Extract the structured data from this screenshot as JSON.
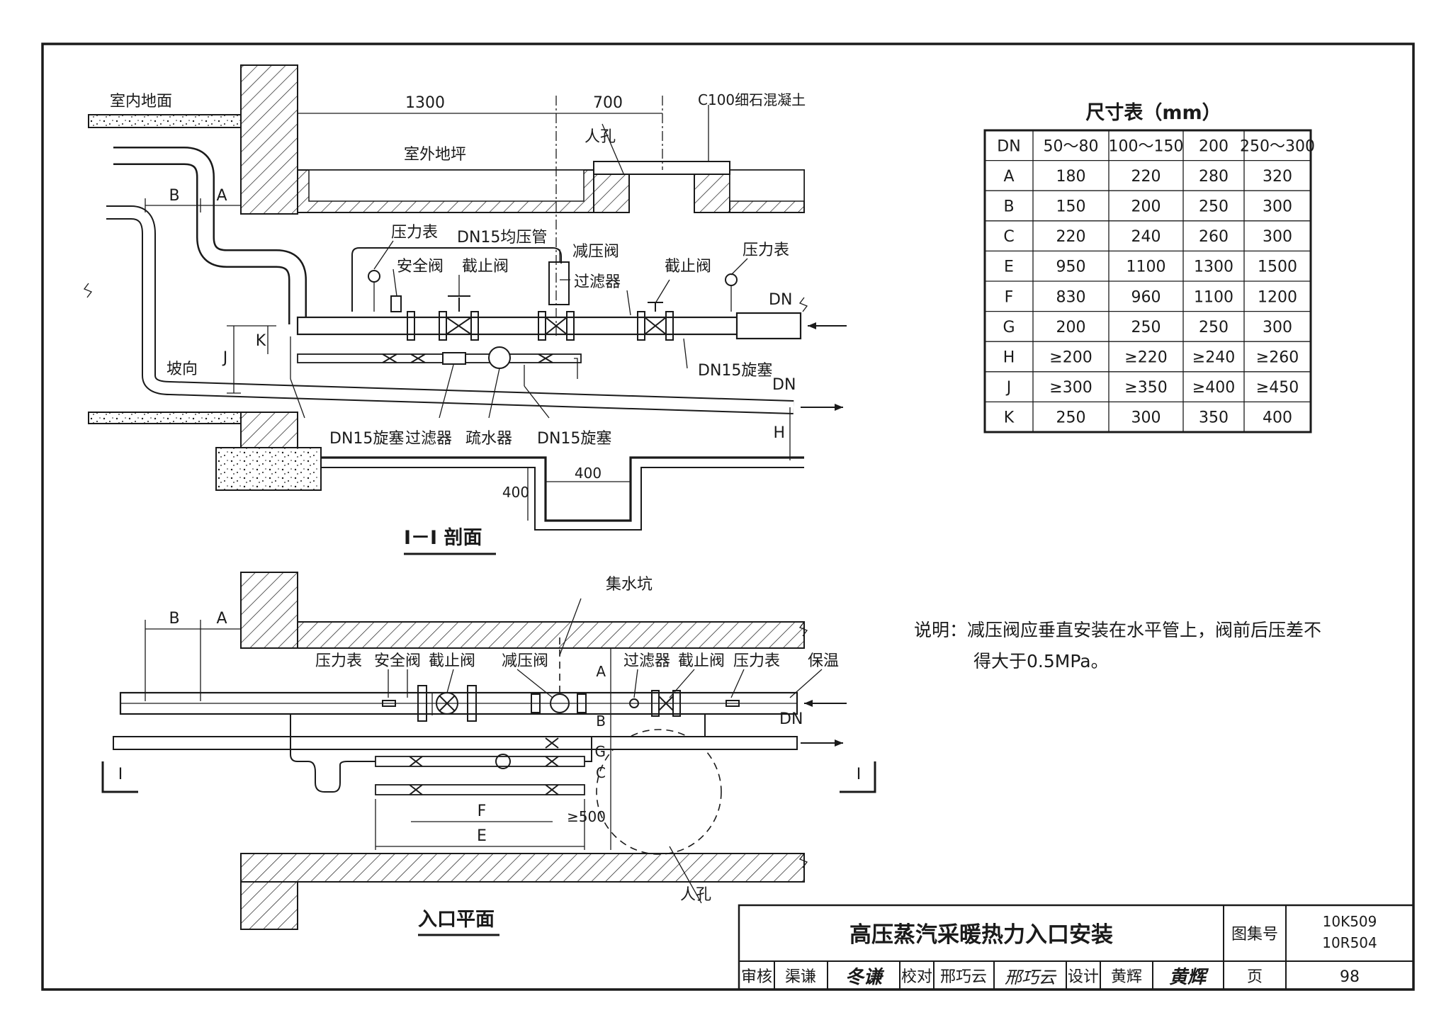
{
  "section_view": {
    "title": "I－I 剖面",
    "labels": {
      "indoor_floor": "室内地面",
      "outdoor_ground": "室外地坪",
      "manhole": "人孔",
      "concrete": "C100细石混凝土",
      "pressure_gauge": "压力表",
      "equalizing_pipe": "DN15均压管",
      "pressure_reducing_valve": "减压阀",
      "safety_valve": "安全阀",
      "stop_valve": "截止阀",
      "filter": "过滤器",
      "stop_valve_2": "截止阀",
      "pressure_gauge_2": "压力表",
      "dn_in": "DN",
      "dn_out": "DN",
      "slope": "坡向",
      "cock_1": "DN15旋塞",
      "cock_2": "DN15旋塞",
      "cock_3": "DN15旋塞",
      "filter_2": "过滤器",
      "steam_trap": "疏水器"
    },
    "dims": {
      "d1300": "1300",
      "d700": "700",
      "B": "B",
      "A": "A",
      "J": "J",
      "K": "K",
      "H": "H",
      "d400v": "400",
      "d400h": "400"
    }
  },
  "plan_view": {
    "title": "入口平面",
    "labels": {
      "sump": "集水坑",
      "pressure_gauge": "压力表",
      "safety_valve": "安全阀",
      "stop_valve": "截止阀",
      "pressure_reducing_valve": "减压阀",
      "filter": "过滤器",
      "stop_valve_2": "截止阀",
      "pressure_gauge_2": "压力表",
      "insulation": "保温",
      "dn": "DN",
      "manhole": "人孔",
      "section_left": "I",
      "section_right": "I"
    },
    "dims": {
      "B": "B",
      "A": "A",
      "A2": "A",
      "B2": "B",
      "G": "G",
      "C": "C",
      "d500": "≥500",
      "F": "F",
      "E": "E"
    }
  },
  "dimension_table": {
    "title": "尺寸表（mm）",
    "header": [
      "DN",
      "50～80",
      "100～150",
      "200",
      "250～300"
    ],
    "rows": [
      [
        "A",
        "180",
        "220",
        "280",
        "320"
      ],
      [
        "B",
        "150",
        "200",
        "250",
        "300"
      ],
      [
        "C",
        "220",
        "240",
        "260",
        "300"
      ],
      [
        "E",
        "950",
        "1100",
        "1300",
        "1500"
      ],
      [
        "F",
        "830",
        "960",
        "1100",
        "1200"
      ],
      [
        "G",
        "200",
        "250",
        "250",
        "300"
      ],
      [
        "H",
        "≥200",
        "≥220",
        "≥240",
        "≥260"
      ],
      [
        "J",
        "≥300",
        "≥350",
        "≥400",
        "≥450"
      ],
      [
        "K",
        "250",
        "300",
        "350",
        "400"
      ]
    ]
  },
  "note": {
    "line1": "说明：减压阀应垂直安装在水平管上，阀前后压差不",
    "line2": "得大于0.5MPa。"
  },
  "title_block": {
    "title": "高压蒸汽采暖热力入口安装",
    "atlas_label": "图集号",
    "atlas_no_1": "10K509",
    "atlas_no_2": "10R504",
    "review_label": "审核",
    "reviewer": "渠谦",
    "reviewer_sign": "冬谦",
    "check_label": "校对",
    "checker": "邢巧云",
    "checker_sign": "邢巧云",
    "design_label": "设计",
    "designer": "黄辉",
    "designer_sign": "黄辉",
    "page_label": "页",
    "page_no": "98"
  }
}
